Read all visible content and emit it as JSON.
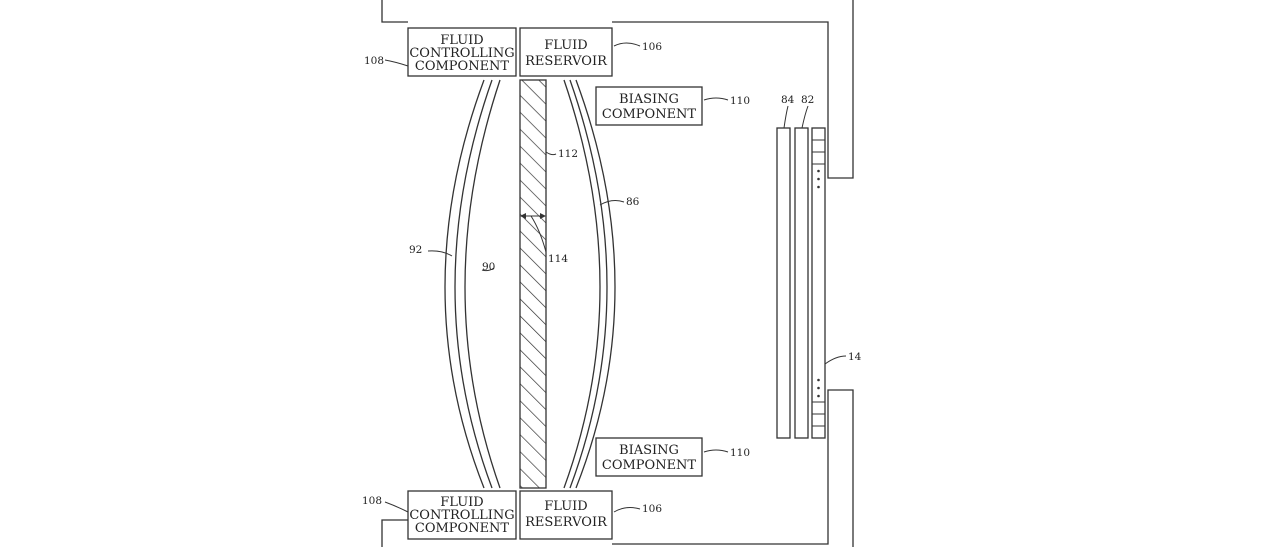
{
  "labels": {
    "fcc_top": [
      "FLUID",
      "CONTROLLING",
      "COMPONENT"
    ],
    "fcc_bottom": [
      "FLUID",
      "CONTROLLING",
      "COMPONENT"
    ],
    "res_top": [
      "FLUID",
      "RESERVOIR"
    ],
    "res_bottom": [
      "FLUID",
      "RESERVOIR"
    ],
    "bias_top": [
      "BIASING",
      "COMPONENT"
    ],
    "bias_bottom": [
      "BIASING",
      "COMPONENT"
    ]
  },
  "refs": {
    "r108_top": "108",
    "r108_bottom": "108",
    "r106_top": "106",
    "r106_bottom": "106",
    "r110_top": "110",
    "r110_bottom": "110",
    "r112": "112",
    "r114": "114",
    "r86": "86",
    "r90": "90",
    "r92": "92",
    "r84": "84",
    "r82": "82",
    "r14": "14"
  }
}
